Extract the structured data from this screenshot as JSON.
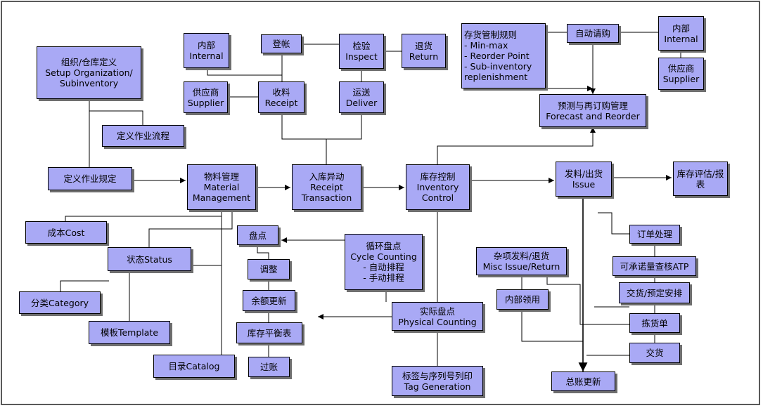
{
  "colors": {
    "box_fill": "#a9a9f5",
    "box_border": "#000000",
    "line": "#000000",
    "shadow": "#6e6e6e"
  },
  "nodes": {
    "internal_top": [
      "内部",
      "Internal"
    ],
    "post": [
      "登帐"
    ],
    "inspect": [
      "检验",
      "Inspect"
    ],
    "return": [
      "退货",
      "Return"
    ],
    "supplier_left": [
      "供应商",
      "Supplier"
    ],
    "receipt": [
      "收料",
      "Receipt"
    ],
    "deliver": [
      "运送",
      "Deliver"
    ],
    "setup_org": [
      "组织/仓库定义",
      "Setup Organization/",
      "Subinventory"
    ],
    "define_flow": [
      "定义作业流程"
    ],
    "define_rules": [
      "定义作业规定"
    ],
    "material_mgmt": [
      "物料管理",
      "Material",
      "Management"
    ],
    "receipt_txn": [
      "入库异动",
      "Receipt",
      "Transaction"
    ],
    "inventory_ctrl": [
      "库存控制",
      "Inventory",
      "Control"
    ],
    "issue": [
      "发料/出货",
      "Issue"
    ],
    "inv_report": [
      "库存评估/报",
      "表"
    ],
    "inv_rules": [
      "存货管制规则",
      "- Min-max",
      "- Reorder Point",
      "- Sub-inventory",
      "replenishment"
    ],
    "auto_req": [
      "自动请购"
    ],
    "internal_right": [
      "内部",
      "Internal"
    ],
    "supplier_right": [
      "供应商",
      "Supplier"
    ],
    "forecast": [
      "预测与再订购管理",
      "Forecast and Reorder"
    ],
    "cost": [
      "成本Cost"
    ],
    "status": [
      "状态Status"
    ],
    "category": [
      "分类Category"
    ],
    "template": [
      "模板Template"
    ],
    "catalog": [
      "目录Catalog"
    ],
    "stocktake": [
      "盘点"
    ],
    "adjust": [
      "调整"
    ],
    "balance_update": [
      "余额更新"
    ],
    "inv_balance": [
      "库存平衡表"
    ],
    "posting": [
      "过账"
    ],
    "cycle_count": [
      "循环盘点",
      "Cycle Counting",
      "- 自动排程",
      "- 手动排程"
    ],
    "physical_count": [
      "实际盘点",
      "Physical Counting"
    ],
    "tag_gen": [
      "标签与序列号列印",
      "Tag Generation"
    ],
    "misc_issue": [
      "杂项发料/退货",
      "Misc Issue/Return"
    ],
    "internal_use": [
      "内部领用"
    ],
    "order_proc": [
      "订单处理"
    ],
    "atp": [
      "可承诺量查核ATP"
    ],
    "delivery_sched": [
      "交货/预定安排"
    ],
    "pick_list": [
      "拣货单"
    ],
    "deliver_goods": [
      "交货"
    ],
    "gl_update": [
      "总账更新"
    ]
  }
}
